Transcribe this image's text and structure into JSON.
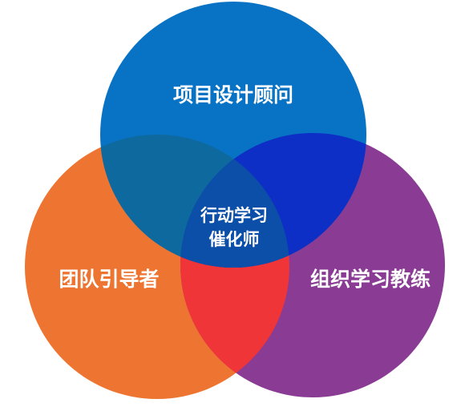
{
  "diagram": {
    "circles": {
      "top": {
        "label": "项目设计顾问",
        "color": "#0872C4"
      },
      "left": {
        "label": "团队引导者",
        "color": "#EE7431"
      },
      "right": {
        "label": "组织学习教练",
        "color": "#8A3B93"
      }
    },
    "overlaps": {
      "top_left": "#0E6A9E",
      "top_right": "#0D2FC6",
      "left_right": "#EF3538",
      "center": "#0C4FA8"
    },
    "center_label": {
      "line1": "行动学习",
      "line2": "催化师"
    }
  }
}
